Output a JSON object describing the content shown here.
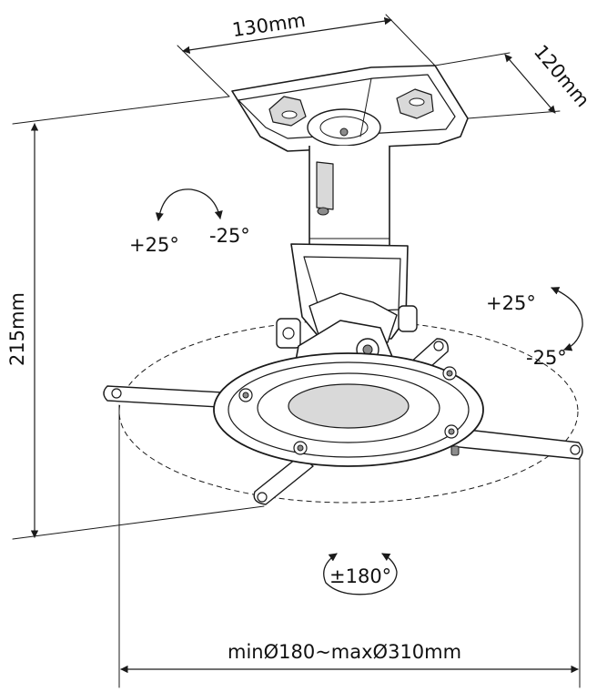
{
  "dimensions": {
    "width": "130mm",
    "depth": "120mm",
    "height": "215mm",
    "diameter_range": "minØ180~maxØ310mm"
  },
  "tilt": {
    "top_plus": "+25°",
    "top_minus": "-25°",
    "right_plus": "+25°",
    "right_minus": "-25°"
  },
  "rotation": {
    "label": "±180°"
  }
}
